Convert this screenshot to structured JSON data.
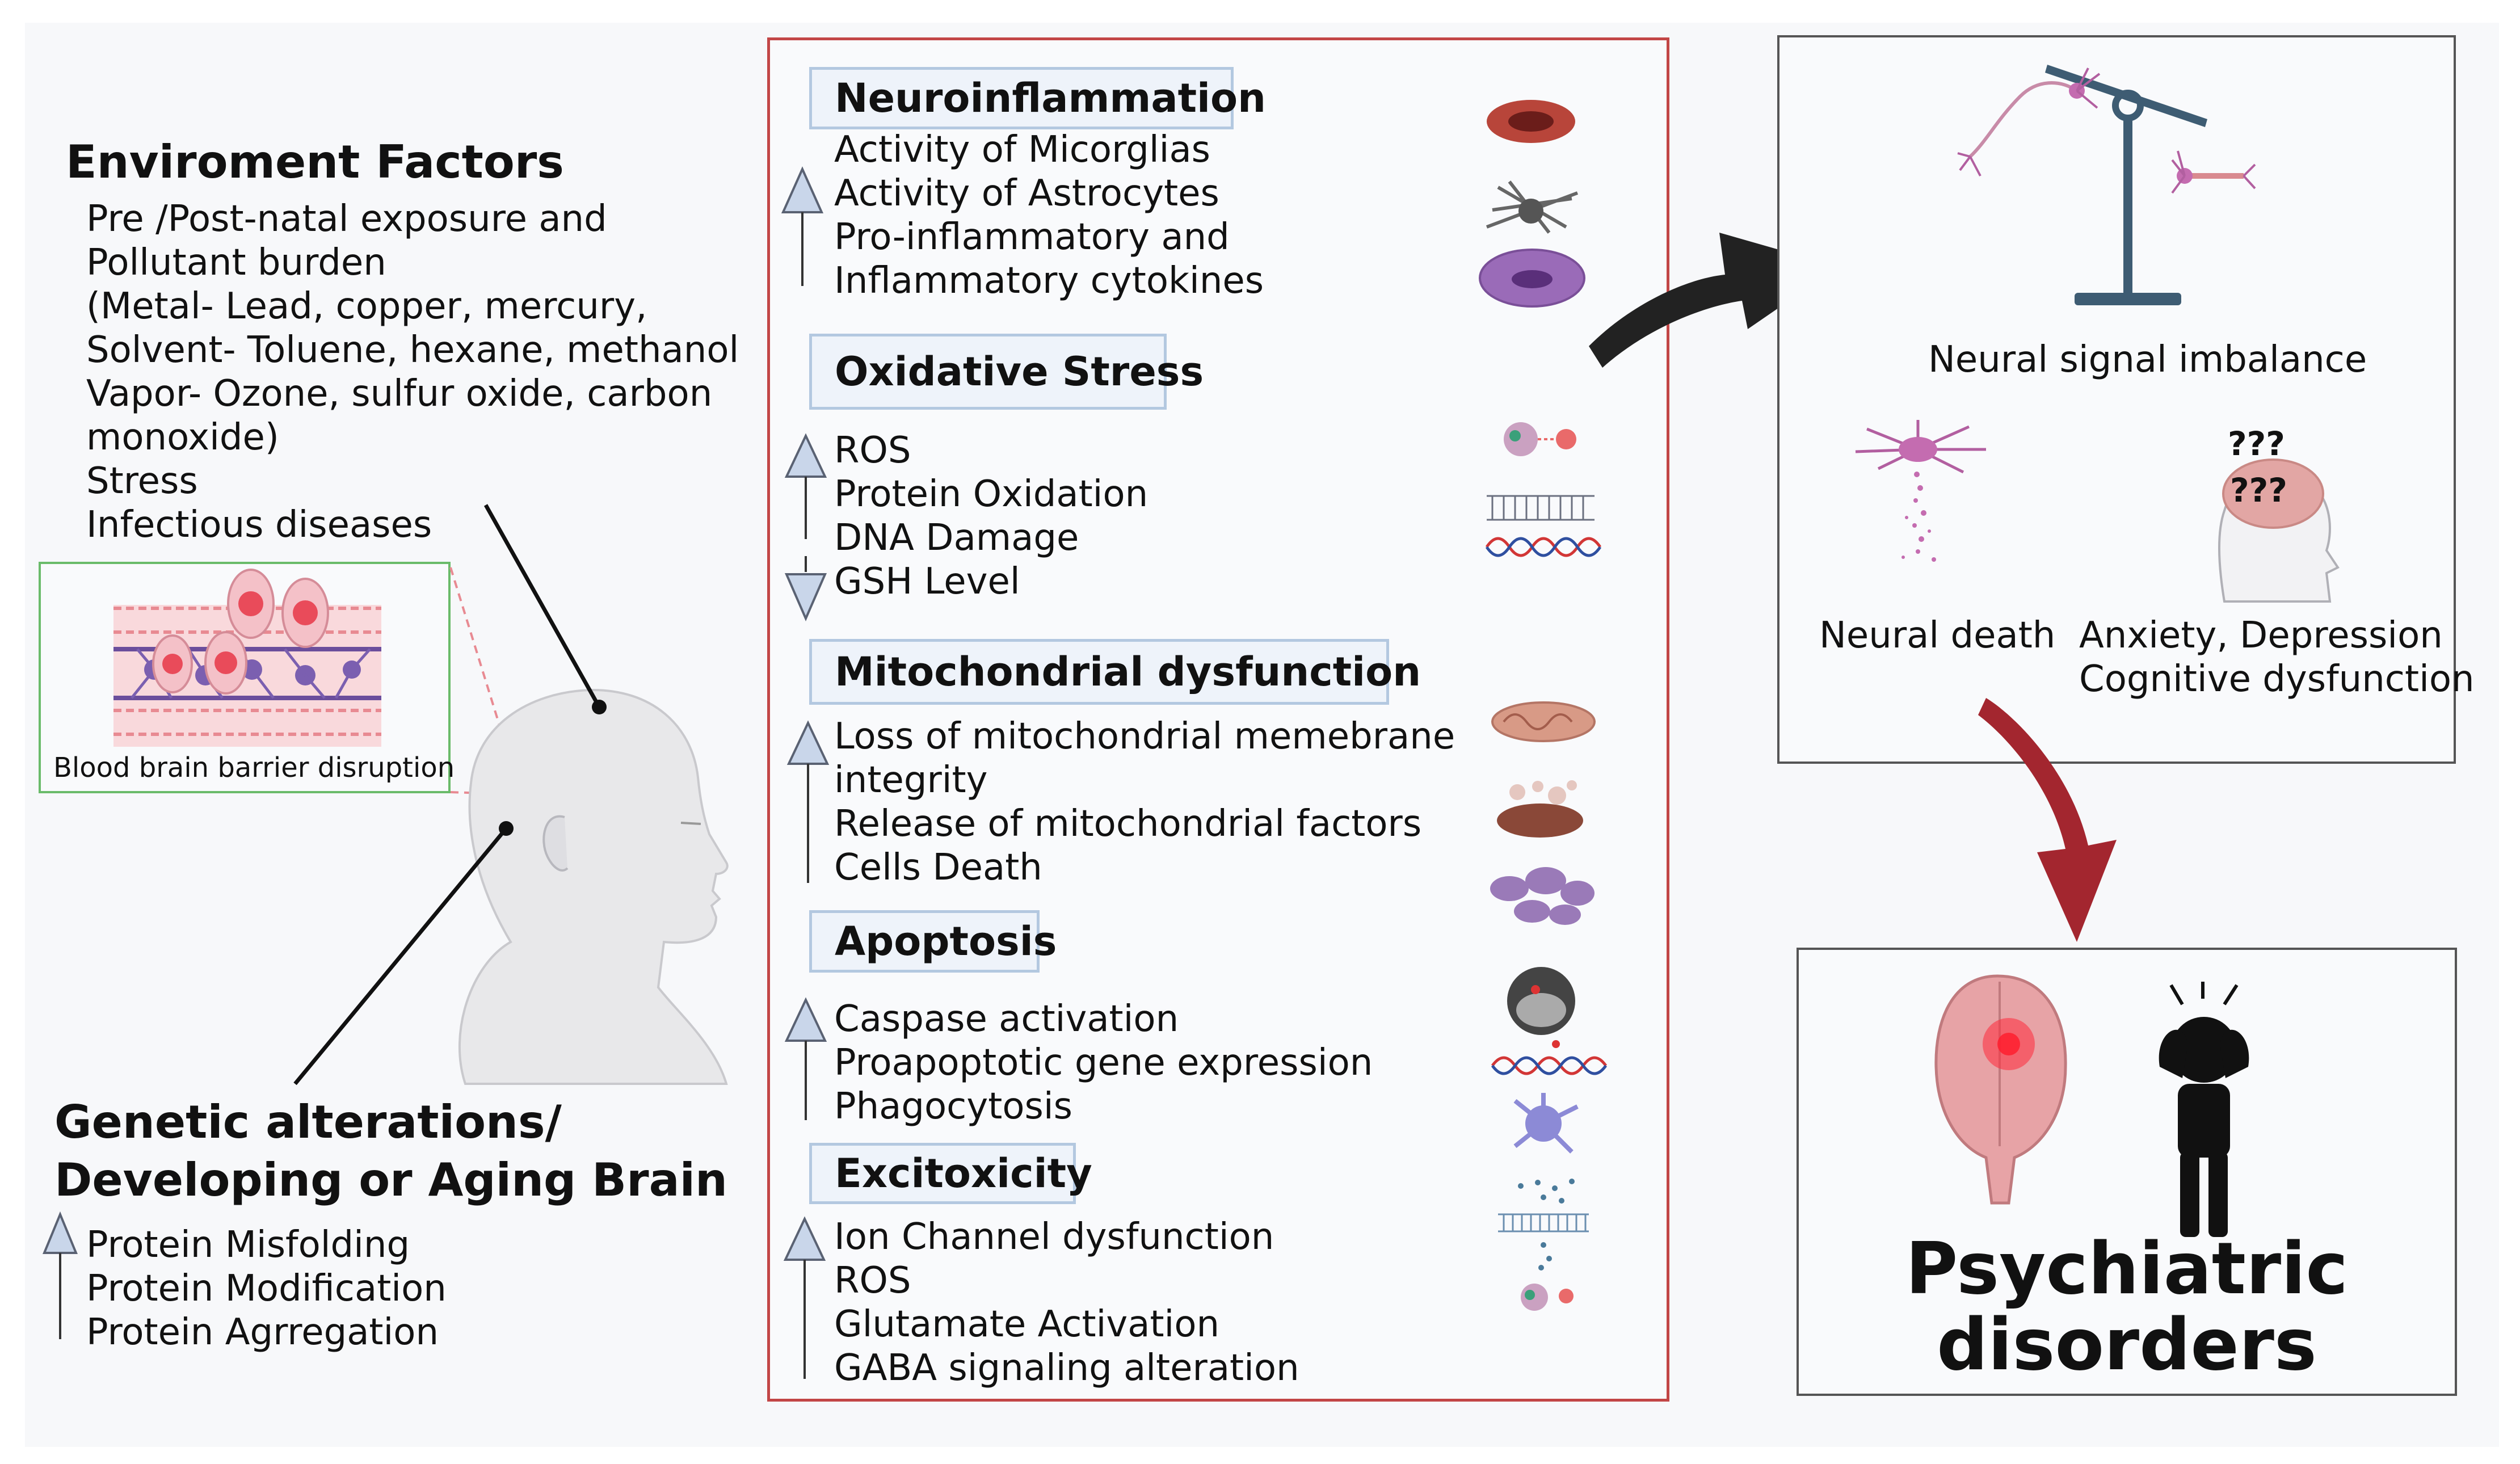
{
  "env": {
    "heading": "Enviroment Factors",
    "lines": [
      "Pre /Post-natal exposure and",
      "Pollutant burden",
      "(Metal- Lead, copper, mercury,",
      "Solvent- Toluene, hexane, methanol",
      "Vapor- Ozone, sulfur oxide, carbon",
      "monoxide)",
      "Stress",
      "Infectious diseases"
    ]
  },
  "bbb": {
    "label": "Blood brain barrier disruption"
  },
  "genetic": {
    "heading_line1": "Genetic alterations/",
    "heading_line2": "Developing or Aging Brain",
    "items": [
      "Protein Misfolding",
      "Protein Modification",
      "Protein Agrregation"
    ]
  },
  "sections": [
    {
      "title": "Neuroinflammation",
      "items": [
        "Activity of Micorglias",
        "Activity of Astrocytes",
        "Pro-inflammatory and",
        "Inflammatory cytokines"
      ]
    },
    {
      "title": "Oxidative Stress",
      "items": [
        "ROS",
        "Protein Oxidation",
        "DNA Damage",
        "GSH Level"
      ]
    },
    {
      "title": "Mitochondrial dysfunction",
      "items": [
        "Loss of mitochondrial memebrane",
        "integrity",
        "Release of mitochondrial factors",
        "Cells Death"
      ]
    },
    {
      "title": "Apoptosis",
      "items": [
        "Caspase activation",
        "Proapoptotic gene expression",
        "Phagocytosis"
      ]
    },
    {
      "title": "Excitoxicity",
      "items": [
        "Ion Channel dysfunction",
        "ROS",
        "Glutamate Activation",
        "GABA signaling alteration"
      ]
    }
  ],
  "outcomes": {
    "imbalance": "Neural signal imbalance",
    "death": "Neural death",
    "anxiety_line1": "Anxiety, Depression",
    "anxiety_line2": "Cognitive dysfunction",
    "question_marks": "???"
  },
  "disorders": {
    "line1": "Psychiatric",
    "line2": "disorders"
  },
  "colors": {
    "frame_red": "#c24646",
    "section_fill": "#eef3fa",
    "section_border": "#b3c8e0",
    "arrow_red": "#a3262f",
    "scale_blue": "#3e5c73"
  }
}
